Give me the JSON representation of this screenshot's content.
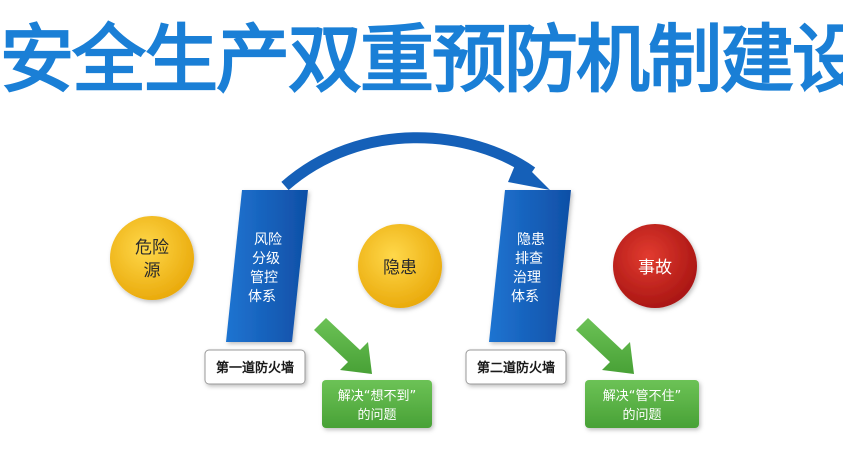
{
  "title": "安全生产双重预防机制建设",
  "nodes": {
    "hazard_source": {
      "lines": [
        "危险",
        "源"
      ]
    },
    "hidden_danger": {
      "lines": [
        "隐患"
      ]
    },
    "accident": {
      "lines": [
        "事故"
      ]
    }
  },
  "walls": {
    "first": {
      "system_lines": [
        "风险",
        "分级",
        "管控",
        "体系"
      ],
      "wall_label": "第一道防火墙",
      "solves_lines": [
        "解决“想不到”",
        "的问题"
      ]
    },
    "second": {
      "system_lines": [
        "隐患",
        "排查",
        "治理",
        "体系"
      ],
      "wall_label": "第二道防火墙",
      "solves_lines": [
        "解决“管不住”",
        "的问题"
      ]
    }
  },
  "colors": {
    "title": "#1a7fd6",
    "yellow_node": "#f4bb1d",
    "red_node": "#c8201e",
    "blue_panel": "#1563c0",
    "green_callout": "#5cb548",
    "arc": "#1560b8"
  }
}
